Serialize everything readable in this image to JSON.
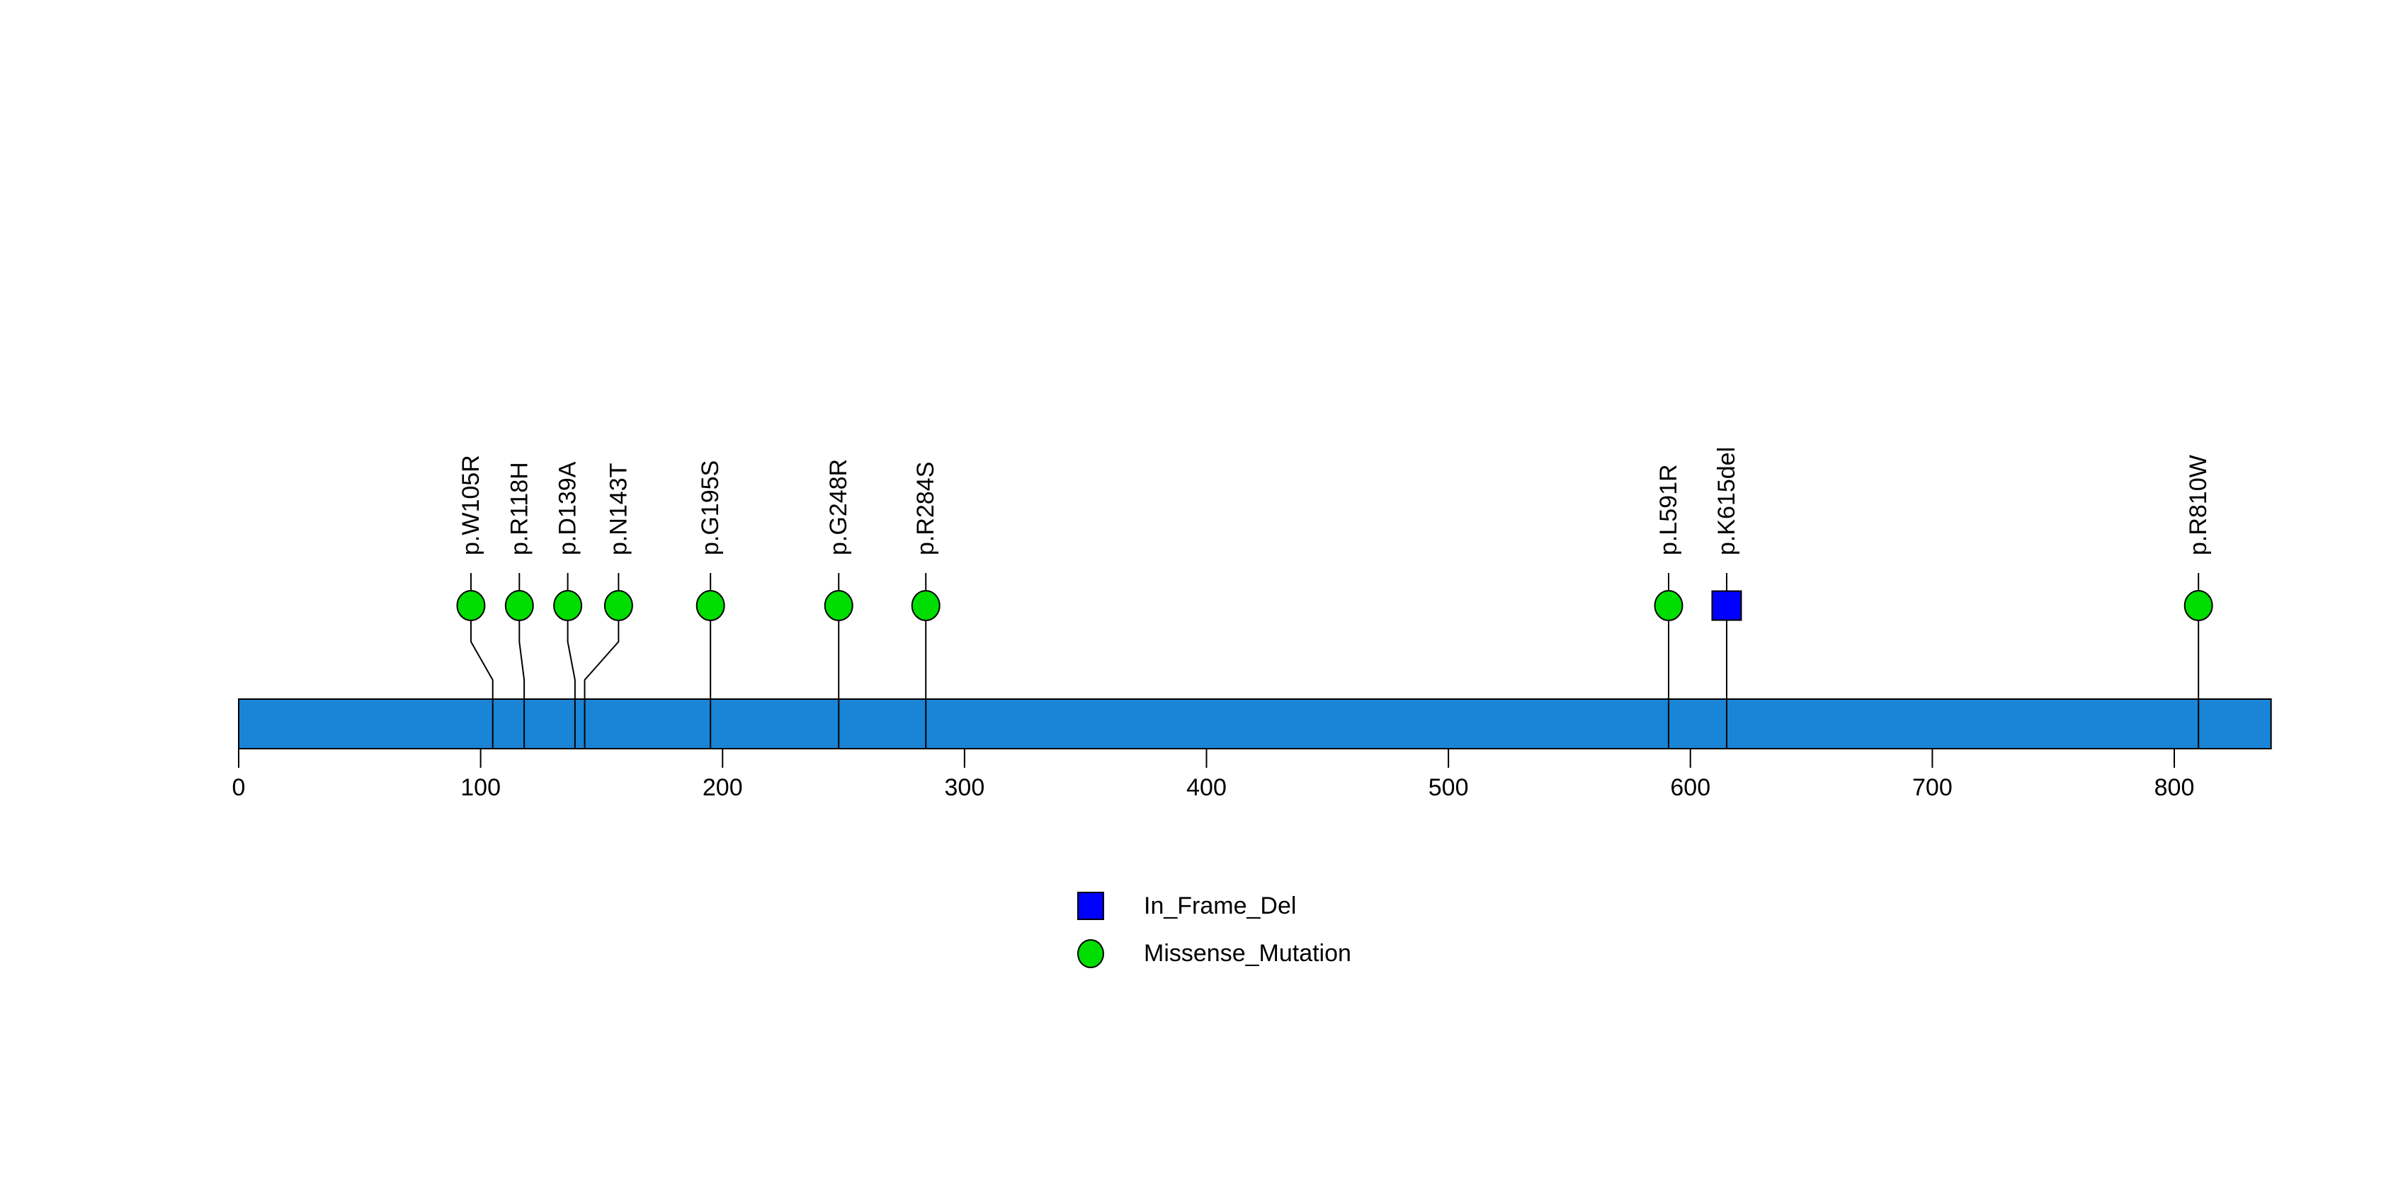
{
  "chart_data": {
    "type": "scatter",
    "chart_style": "lollipop_mutation_plot",
    "title": "",
    "xlabel": "",
    "ylabel": "",
    "grid": false,
    "background": "#ffffff",
    "x_axis": {
      "ticks": [
        0,
        100,
        200,
        300,
        400,
        500,
        600,
        700,
        800
      ],
      "range": [
        0,
        840
      ]
    },
    "protein_bar": {
      "start": 0,
      "end": 840,
      "color": "#1A84D6",
      "border_color": "#000000"
    },
    "mutation_classes": {
      "Missense_Mutation": {
        "color": "#00DD00",
        "shape": "circle"
      },
      "In_Frame_Del": {
        "color": "#0000FF",
        "shape": "square"
      }
    },
    "mutations": [
      {
        "label": "p.W105R",
        "position": 105,
        "label_position": 96,
        "class": "Missense_Mutation"
      },
      {
        "label": "p.R118H",
        "position": 118,
        "label_position": 116,
        "class": "Missense_Mutation"
      },
      {
        "label": "p.D139A",
        "position": 139,
        "label_position": 136,
        "class": "Missense_Mutation"
      },
      {
        "label": "p.N143T",
        "position": 143,
        "label_position": 157,
        "class": "Missense_Mutation"
      },
      {
        "label": "p.G195S",
        "position": 195,
        "label_position": 195,
        "class": "Missense_Mutation"
      },
      {
        "label": "p.G248R",
        "position": 248,
        "label_position": 248,
        "class": "Missense_Mutation"
      },
      {
        "label": "p.R284S",
        "position": 284,
        "label_position": 284,
        "class": "Missense_Mutation"
      },
      {
        "label": "p.L591R",
        "position": 591,
        "label_position": 591,
        "class": "Missense_Mutation"
      },
      {
        "label": "p.K615del",
        "position": 615,
        "label_position": 615,
        "class": "In_Frame_Del"
      },
      {
        "label": "p.R810W",
        "position": 810,
        "label_position": 810,
        "class": "Missense_Mutation"
      }
    ],
    "legend": {
      "position": "bottom-center",
      "items": [
        {
          "label": "In_Frame_Del",
          "shape": "square",
          "color": "#0000FF"
        },
        {
          "label": "Missense_Mutation",
          "shape": "circle",
          "color": "#00DD00"
        }
      ]
    }
  }
}
